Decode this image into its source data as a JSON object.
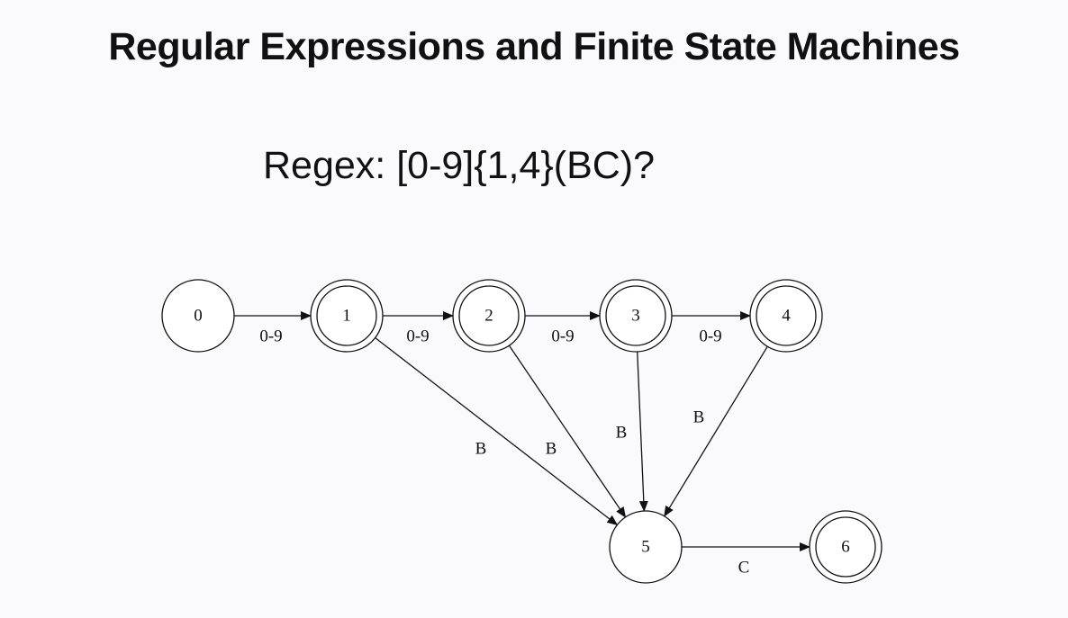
{
  "slide": {
    "title": "Regular Expressions and Finite State Machines",
    "regex_label": "Regex:",
    "regex_pattern": "[0-9]{1,4}(BC)?"
  },
  "diagram": {
    "states": [
      {
        "id": "0",
        "accepting": false
      },
      {
        "id": "1",
        "accepting": true
      },
      {
        "id": "2",
        "accepting": true
      },
      {
        "id": "3",
        "accepting": true
      },
      {
        "id": "4",
        "accepting": true
      },
      {
        "id": "5",
        "accepting": false
      },
      {
        "id": "6",
        "accepting": true
      }
    ],
    "transitions": [
      {
        "from": "0",
        "to": "1",
        "label": "0-9"
      },
      {
        "from": "1",
        "to": "2",
        "label": "0-9"
      },
      {
        "from": "2",
        "to": "3",
        "label": "0-9"
      },
      {
        "from": "3",
        "to": "4",
        "label": "0-9"
      },
      {
        "from": "1",
        "to": "5",
        "label": "B"
      },
      {
        "from": "2",
        "to": "5",
        "label": "B"
      },
      {
        "from": "3",
        "to": "5",
        "label": "B"
      },
      {
        "from": "4",
        "to": "5",
        "label": "B"
      },
      {
        "from": "5",
        "to": "6",
        "label": "C"
      }
    ],
    "colors": {
      "stroke": "#111111",
      "state_fill": "#ffffff"
    }
  }
}
